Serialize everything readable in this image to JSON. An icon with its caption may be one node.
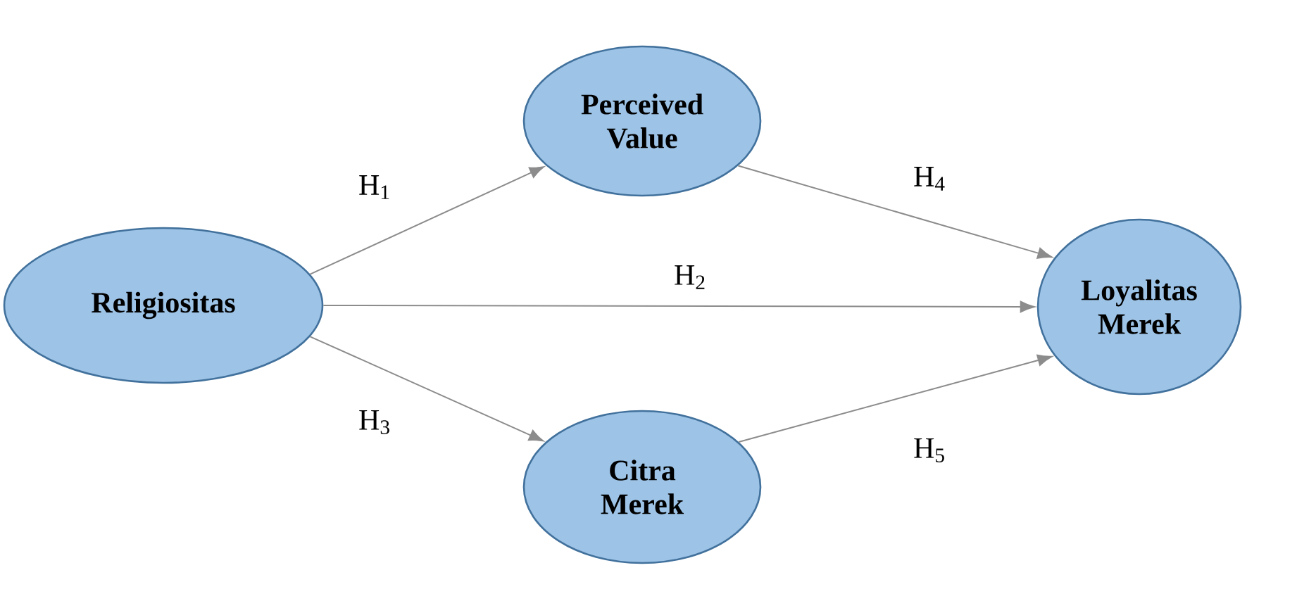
{
  "diagram": {
    "nodes": [
      {
        "text": [
          "Religiositas"
        ]
      },
      {
        "text": [
          "Perceived Value"
        ]
      },
      {
        "text": [
          "Citra Merek"
        ]
      },
      {
        "text": [
          "Loyalitas Merek"
        ]
      }
    ],
    "edges": [
      {
        "from": 0,
        "to": 1,
        "arrow": "to",
        "label": "H$_{1}$"
      },
      {
        "from": 0,
        "to": 3,
        "arrow": "to",
        "label": "H$_{2}$"
      },
      {
        "from": 0,
        "to": 2,
        "arrow": "to",
        "label": "H$_{3}$"
      },
      {
        "from": 1,
        "to": 3,
        "arrow": "to",
        "label": "H$_{4}$"
      },
      {
        "from": 2,
        "to": 3,
        "arrow": "to",
        "label": "H$_{5}$"
      }
    ]
  }
}
